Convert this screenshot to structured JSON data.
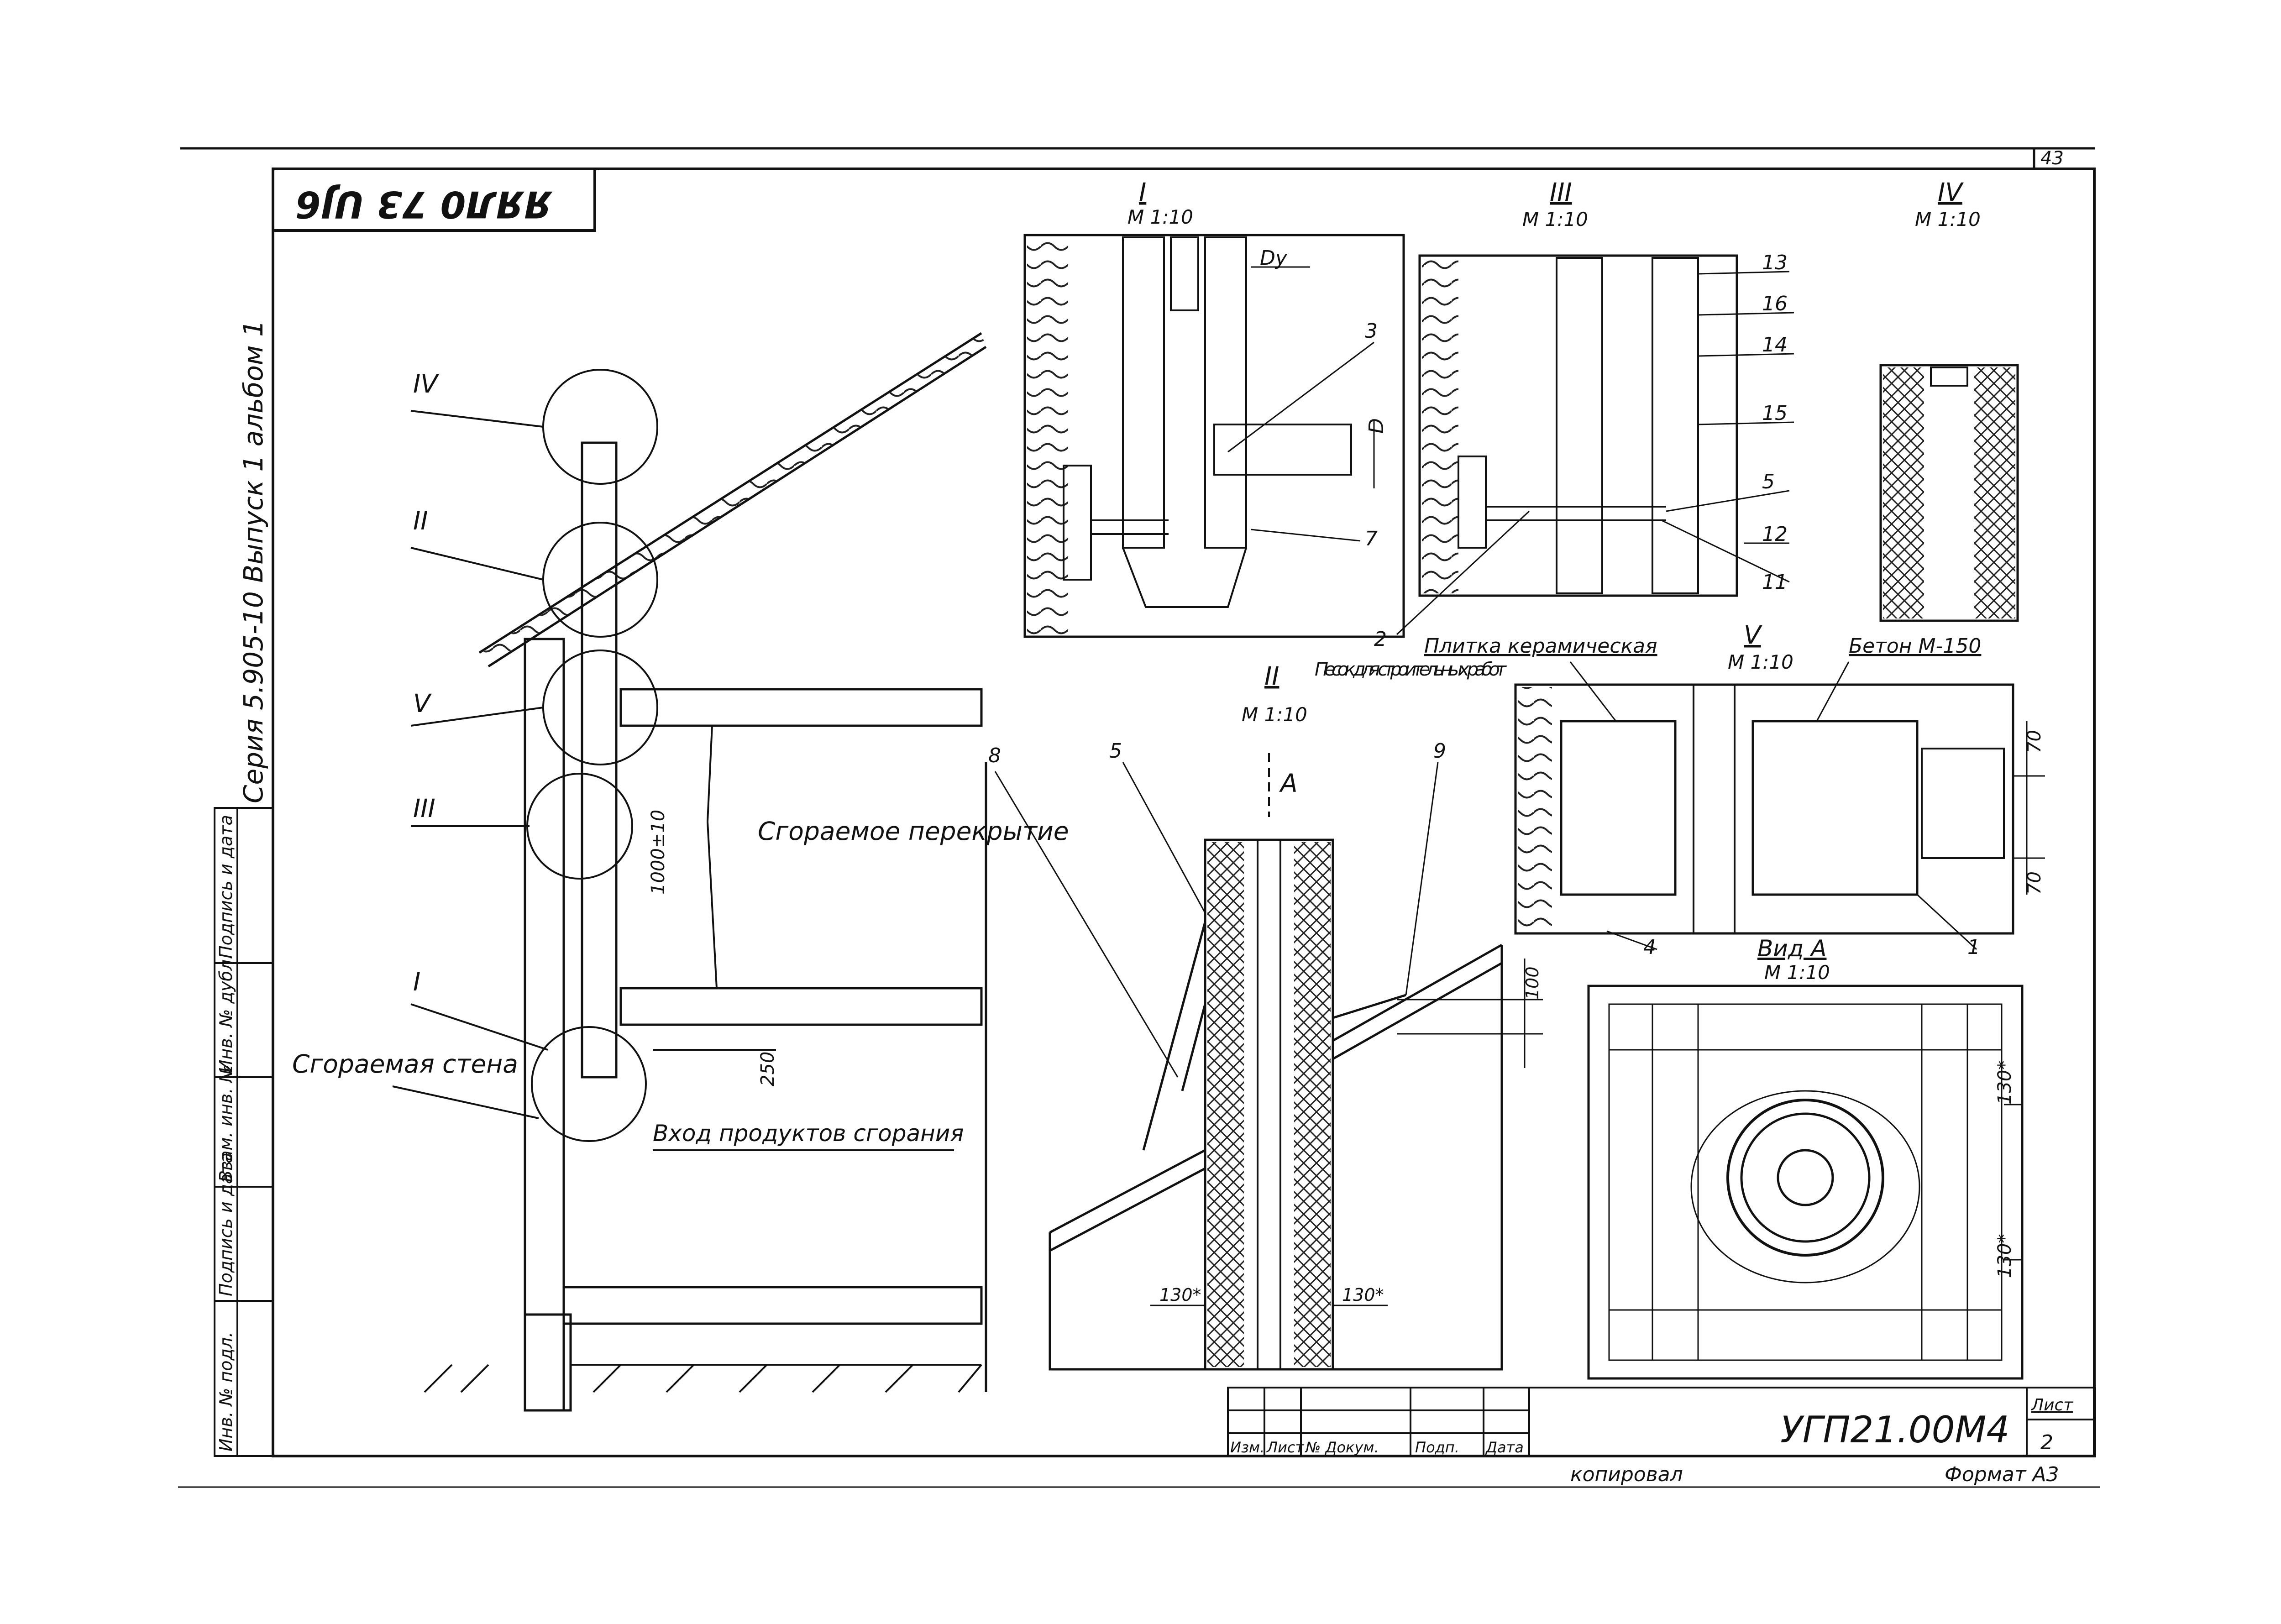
{
  "sheet": {
    "page_number": "43",
    "stamp": "ЯЯЛ0 73 UJ6",
    "series_side": "Серия 5.905-10   Выпуск 1  альбом 1",
    "doc_code": "УГП21.00М4",
    "sheet_label": "Лист",
    "sheet_number": "2",
    "copied": "копировал",
    "format": "Формат А3"
  },
  "title_block": {
    "columns": [
      "Изм.",
      "Лист",
      "№ Докум.",
      "Подп.",
      "Дата"
    ]
  },
  "side_stamp": {
    "cells": [
      "Инв. № подл.",
      "Подпись и дата",
      "Взам. инв. №",
      "Инв. № дубл.",
      "Подпись и дата"
    ]
  },
  "main_view": {
    "callouts": [
      "IV",
      "II",
      "V",
      "III",
      "I"
    ],
    "floor_label": "Сгораемое перекрытие",
    "wall_label": "Сгораемая стена",
    "inlet_label": "Вход продуктов сгорания",
    "dim_spacing": "1000±10",
    "dim_250": "250"
  },
  "detail_I": {
    "title": "I",
    "scale": "М 1:10",
    "labels": [
      "Dy",
      "D",
      "3",
      "7",
      "2"
    ]
  },
  "detail_III": {
    "title": "III",
    "scale": "М 1:10",
    "labels": [
      "13",
      "16",
      "14",
      "15",
      "5",
      "12",
      "11"
    ]
  },
  "detail_IV": {
    "title": "IV",
    "scale": "М 1:10"
  },
  "detail_II": {
    "title": "II",
    "scale": "М 1:10",
    "view_arrow": "А",
    "labels": [
      "8",
      "5",
      "9"
    ],
    "dim_100": "100",
    "dim_130a": "130*",
    "dim_130b": "130*",
    "sand_label": "Песок для строительных работ"
  },
  "detail_V": {
    "title": "V",
    "scale": "М 1:10",
    "tile_label": "Плитка керамическая",
    "concrete_label": "Бетон М-150",
    "dim_70a": "70",
    "dim_70b": "70",
    "labels": [
      "4",
      "1"
    ]
  },
  "view_A": {
    "title": "Вид А",
    "scale": "М 1:10",
    "dim_130a": "130*",
    "dim_130b": "130*"
  }
}
